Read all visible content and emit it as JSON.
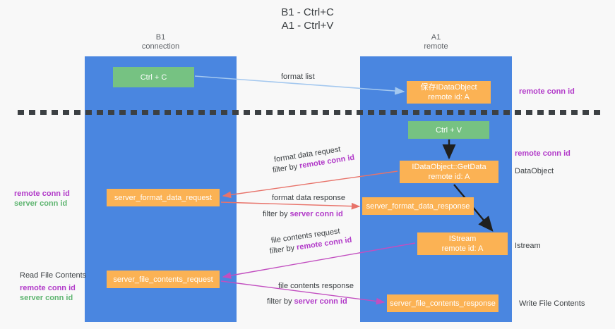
{
  "title": {
    "line1": "B1 - Ctrl+C",
    "line2": "A1 - Ctrl+V"
  },
  "lanes": [
    {
      "id": "b1",
      "name": "B1",
      "role": "connection"
    },
    {
      "id": "a1",
      "name": "A1",
      "role": "remote"
    }
  ],
  "nodes": {
    "ctrl_c": {
      "line1": "Ctrl + C",
      "line2": "",
      "color": "#76c282"
    },
    "save_idataobject": {
      "line1": "保存IDataObject",
      "line2": "remote id: A",
      "color": "#fbb254"
    },
    "ctrl_v": {
      "line1": "Ctrl + V",
      "line2": "",
      "color": "#76c282"
    },
    "getdata": {
      "line1": "IDataObject::GetData",
      "line2": "remote id: A",
      "color": "#fbb254"
    },
    "server_format_data_request": {
      "line1": "server_format_data_request",
      "line2": "",
      "color": "#fbb254"
    },
    "server_format_data_response": {
      "line1": "server_format_data_response",
      "line2": "",
      "color": "#fbb254"
    },
    "istream": {
      "line1": "IStream",
      "line2": "remote id: A",
      "color": "#fbb254"
    },
    "server_file_contents_request": {
      "line1": "server_file_contents_request",
      "line2": "",
      "color": "#fbb254"
    },
    "server_file_contents_response": {
      "line1": "server_file_contents_response",
      "line2": "",
      "color": "#fbb254"
    }
  },
  "edge_labels": {
    "format_list": "format list",
    "format_data_request": "format data request",
    "format_data_request_filter_prefix": "filter by ",
    "format_data_request_filter_key": "remote conn id",
    "format_data_response": "format data response",
    "format_data_response_filter_prefix": "filter by ",
    "format_data_response_filter_key": "server conn id",
    "file_contents_request": "file contents request",
    "file_contents_request_filter_prefix": "filter by ",
    "file_contents_request_filter_key": "remote conn id",
    "file_contents_response": "file contents response",
    "file_contents_response_filter_prefix": "filter by ",
    "file_contents_response_filter_key": "server conn id"
  },
  "annotations": {
    "right_remote_conn_id_top": "remote conn id",
    "right_remote_conn_id_mid": "remote conn id",
    "right_dataobject": "DataObject",
    "right_istream": "Istream",
    "right_write_file_contents": "Write File Contents",
    "left_remote_conn_id_mid": "remote conn id",
    "left_server_conn_id_mid": "server conn id",
    "left_read_file_contents": "Read File Contents",
    "left_remote_conn_id_bottom": "remote conn id",
    "left_server_conn_id_bottom": "server conn id"
  },
  "colors": {
    "lane": "#4a86e0",
    "node_green": "#76c282",
    "node_orange": "#fbb254",
    "accent_remote": "#b23bc9",
    "accent_server": "#5fb571",
    "arrow_blue": "#a4c8ef",
    "arrow_red": "#e8736a",
    "arrow_magenta": "#c24fc0",
    "arrow_black": "#1f1f1f",
    "background": "#f8f8f8"
  }
}
